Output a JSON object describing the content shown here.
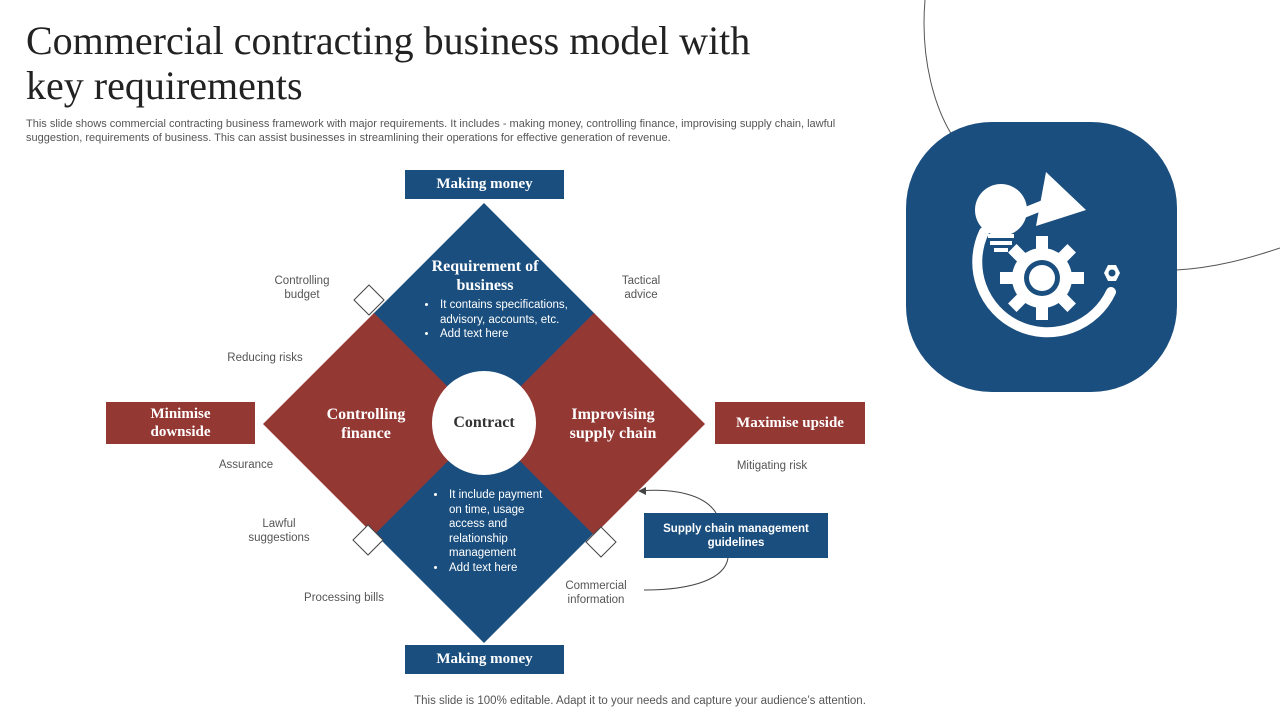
{
  "slide": {
    "title": "Commercial contracting business model with key requirements",
    "subtitle": "This slide shows commercial contracting business framework with major requirements. It includes - making money, controlling finance, improvising supply chain, lawful suggestion, requirements of business. This can assist businesses in streamlining their operations for effective generation of revenue.",
    "footer": "This slide is 100% editable. Adapt it to your needs and capture your audience’s attention."
  },
  "diagram": {
    "top_label": "Making money",
    "bottom_label": "Making money",
    "left_label": "Minimise downside",
    "right_label": "Maximise upside",
    "center": "Contract",
    "top_diamond": {
      "title": "Requirement of business",
      "bullets": [
        "It contains specifications, advisory, accounts, etc.",
        "Add text here"
      ]
    },
    "left_diamond": {
      "title": "Controlling finance"
    },
    "right_diamond": {
      "title": "Improvising supply chain"
    },
    "bottom_diamond": {
      "bullets": [
        "It include payment on time, usage access and relationship management",
        "Add text here"
      ]
    },
    "notes": {
      "controlling_budget": "Controlling budget",
      "tactical_advice": "Tactical advice",
      "reducing_risks": "Reducing risks",
      "assurance": "Assurance",
      "mitigating_risk": "Mitigating risk",
      "lawful_suggestions": "Lawful suggestions",
      "processing_bills": "Processing bills",
      "commercial_information": "Commercial information"
    },
    "supply_chain_box": "Supply chain management guidelines"
  },
  "icon": {
    "name": "innovation-gear-icon"
  },
  "colors": {
    "blue": "#1a4e7e",
    "red": "#943834"
  }
}
